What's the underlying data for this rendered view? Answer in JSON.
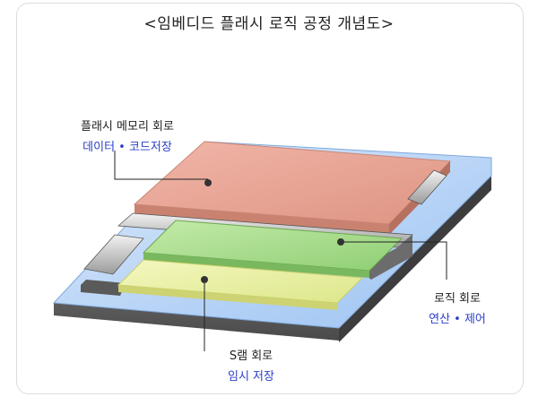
{
  "title": "<임베디드 플래시 로직 공정 개념도>",
  "labels": {
    "flash": {
      "name": "플래시 메모리 회로",
      "desc": "데이터 • 코드저장"
    },
    "logic": {
      "name": "로직 회로",
      "desc": "연산 • 제어"
    },
    "sram": {
      "name": "S램 회로",
      "desc": "임시 저장"
    }
  },
  "colors": {
    "flash_block": "#e9a79a",
    "logic_block": "#a8dc8c",
    "sram_block": "#e6ee9a",
    "substrate": "#b3d2f7",
    "text_accent": "#2b3fc7"
  }
}
